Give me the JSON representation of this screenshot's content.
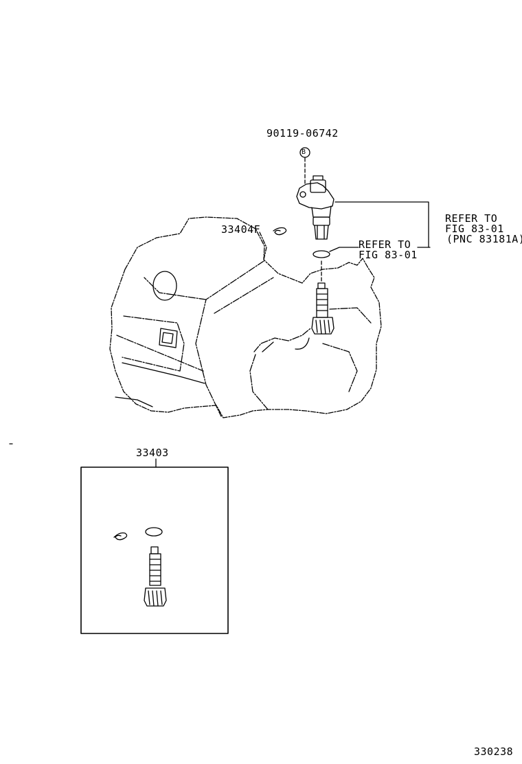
{
  "labels": {
    "bolt_part": "90119-06742",
    "bolt_marker": "B",
    "clip_part": "33404F",
    "sensor_refer_line1": "REFER TO",
    "sensor_refer_line2": "FIG 83-01",
    "sensor_refer_line3": "(PNC 83181A)",
    "oring_refer_line1": "REFER TO",
    "oring_refer_line2": "FIG 83-01",
    "kit_part": "33403",
    "figure_id": "330238"
  },
  "colors": {
    "line": "#000000",
    "background": "#ffffff"
  }
}
